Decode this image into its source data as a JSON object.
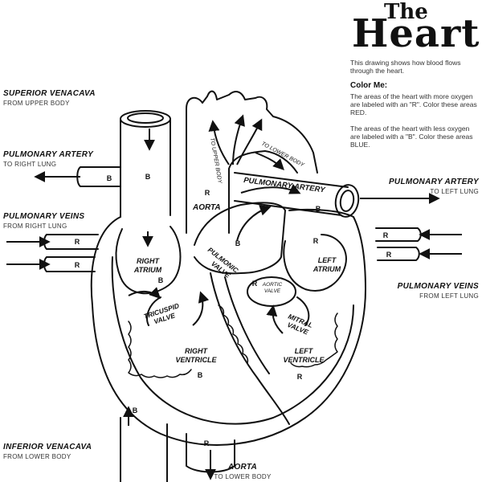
{
  "header": {
    "title_small": "The",
    "title_large": "Heart",
    "intro": "This drawing shows how blood flows through the heart.",
    "color_me": "Color Me:",
    "para_red": "The areas of the heart with more oxygen are labeled with an \"R\". Color these areas RED.",
    "para_blue": "The areas of the heart with less oxygen are labeled with a \"B\". Color these areas BLUE."
  },
  "labels": {
    "superior_venacava": "SUPERIOR VENACAVA",
    "from_upper_body": "FROM UPPER BODY",
    "pulmonary_artery_left_side": "PULMONARY ARTERY",
    "to_right_lung": "TO RIGHT LUNG",
    "pulmonary_veins_left_side": "PULMONARY VEINS",
    "from_right_lung": "FROM RIGHT LUNG",
    "inferior_venacava": "INFERIOR VENACAVA",
    "from_lower_body": "FROM LOWER BODY",
    "pulmonary_artery_right_side": "PULMONARY ARTERY",
    "to_left_lung": "TO LEFT LUNG",
    "pulmonary_veins_right_side": "PULMONARY VEINS",
    "from_left_lung": "FROM LEFT LUNG",
    "aorta_bottom": "AORTA",
    "to_lower_body_bottom": "TO LOWER BODY",
    "to_upper_body_arch": "TO UPPER BODY",
    "to_lower_body_arch": "TO LOWER BODY",
    "aorta_inner": "AORTA",
    "pulmonary_artery_inner": "PULMONARY ARTERY",
    "right_atrium": "RIGHT ATRIUM",
    "left_atrium": "LEFT ATRIUM",
    "pulmonic_valve": "PULMONIC VALVE",
    "aortic_valve": "AORTIC VALVE",
    "tricuspid_valve": "TRICUSPID VALVE",
    "mitral_valve": "MITRAL VALVE",
    "right_ventricle": "RIGHT VENTRICLE",
    "left_ventricle": "LEFT VENTRICLE"
  },
  "markers": {
    "b_pulm_artery_right_lung": "B",
    "b_superior_vc": "B",
    "r_aorta": "R",
    "r_pulm_vein_right_1": "R",
    "r_pulm_vein_right_2": "R",
    "b_pulm_artery_left_lung": "B",
    "b_pulm_trunk": "B",
    "r_left_atrium_top": "R",
    "r_pulm_vein_left_1": "R",
    "r_pulm_vein_left_2": "R",
    "b_right_atrium": "B",
    "r_aortic_valve": "R",
    "b_right_ventricle": "B",
    "r_left_ventricle": "R",
    "b_inferior_vc": "B",
    "r_aorta_bottom": "R"
  }
}
